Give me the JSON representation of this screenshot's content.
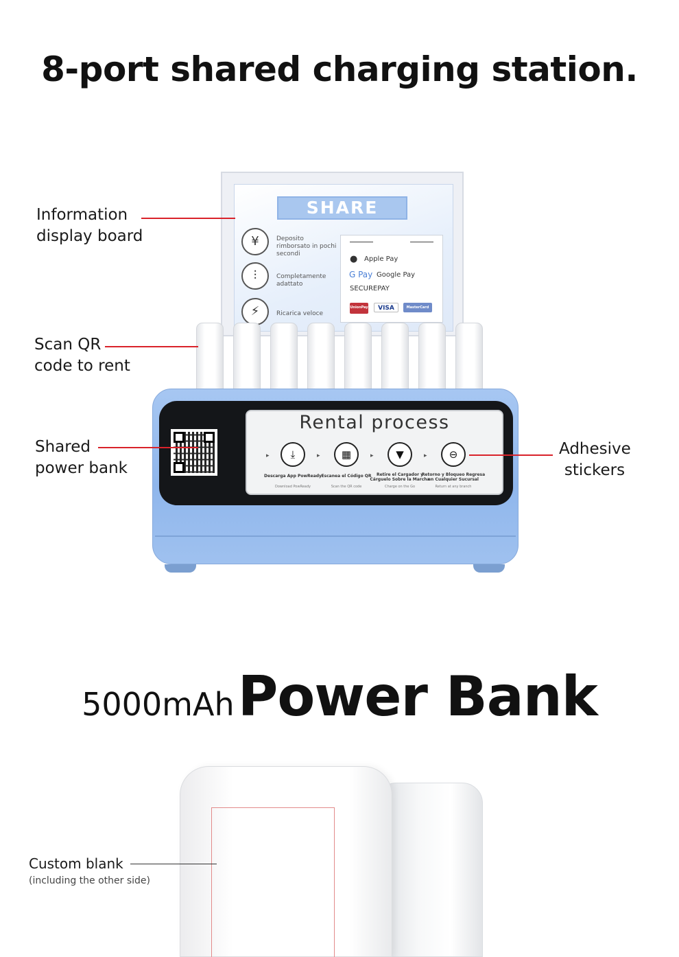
{
  "headline": "8-port shared charging station.",
  "callouts": {
    "info_board": [
      "Information",
      "display board"
    ],
    "scan_qr": [
      "Scan QR",
      "code to rent"
    ],
    "shared_bank": [
      "Shared",
      "power bank"
    ],
    "adhesive": [
      "Adhesive",
      "stickers"
    ]
  },
  "board": {
    "banner": "SHARE",
    "features": [
      {
        "icon": "yen-icon",
        "glyph": "¥",
        "text": "Deposito rimborsato in pochi secondi"
      },
      {
        "icon": "cables-icon",
        "glyph": "⫶",
        "text": "Completamente adattato"
      },
      {
        "icon": "lightning-icon",
        "glyph": "⚡",
        "text": "Ricarica veloce"
      }
    ],
    "payments": {
      "apple": "Apple Pay",
      "google_mark": "G Pay",
      "google": "Google Pay",
      "secure": "SECUREPAY",
      "logos": [
        "UnionPay",
        "VISA",
        "MasterCard"
      ]
    }
  },
  "dock": {
    "panel_title": "Rental process",
    "steps": [
      {
        "icon": "download-icon",
        "glyph": "⤓",
        "label": "Descarga App PowReady",
        "sub": "Download PowReady"
      },
      {
        "icon": "qr-icon",
        "glyph": "▦",
        "label": "Escanea el Código QR",
        "sub": "Scan the QR code"
      },
      {
        "icon": "charger-icon",
        "glyph": "▼",
        "label": "Retire el Cargador y Cárguelo Sobre la Marcha",
        "sub": "Charge on the Go"
      },
      {
        "icon": "return-icon",
        "glyph": "⊖",
        "label": "Retorno y Bloqueo Regresa en Cualquier Sucursal",
        "sub": "Return at any branch"
      }
    ],
    "bank_count": 8
  },
  "section2": {
    "capacity": "5000mAh",
    "product": "Power Bank",
    "custom_label": "Custom blank",
    "custom_sub": "(including the other side)"
  },
  "colors": {
    "leader": "#d9222a",
    "dock_blue": "#9fc1ef",
    "banner_blue": "#a9c7ef"
  }
}
